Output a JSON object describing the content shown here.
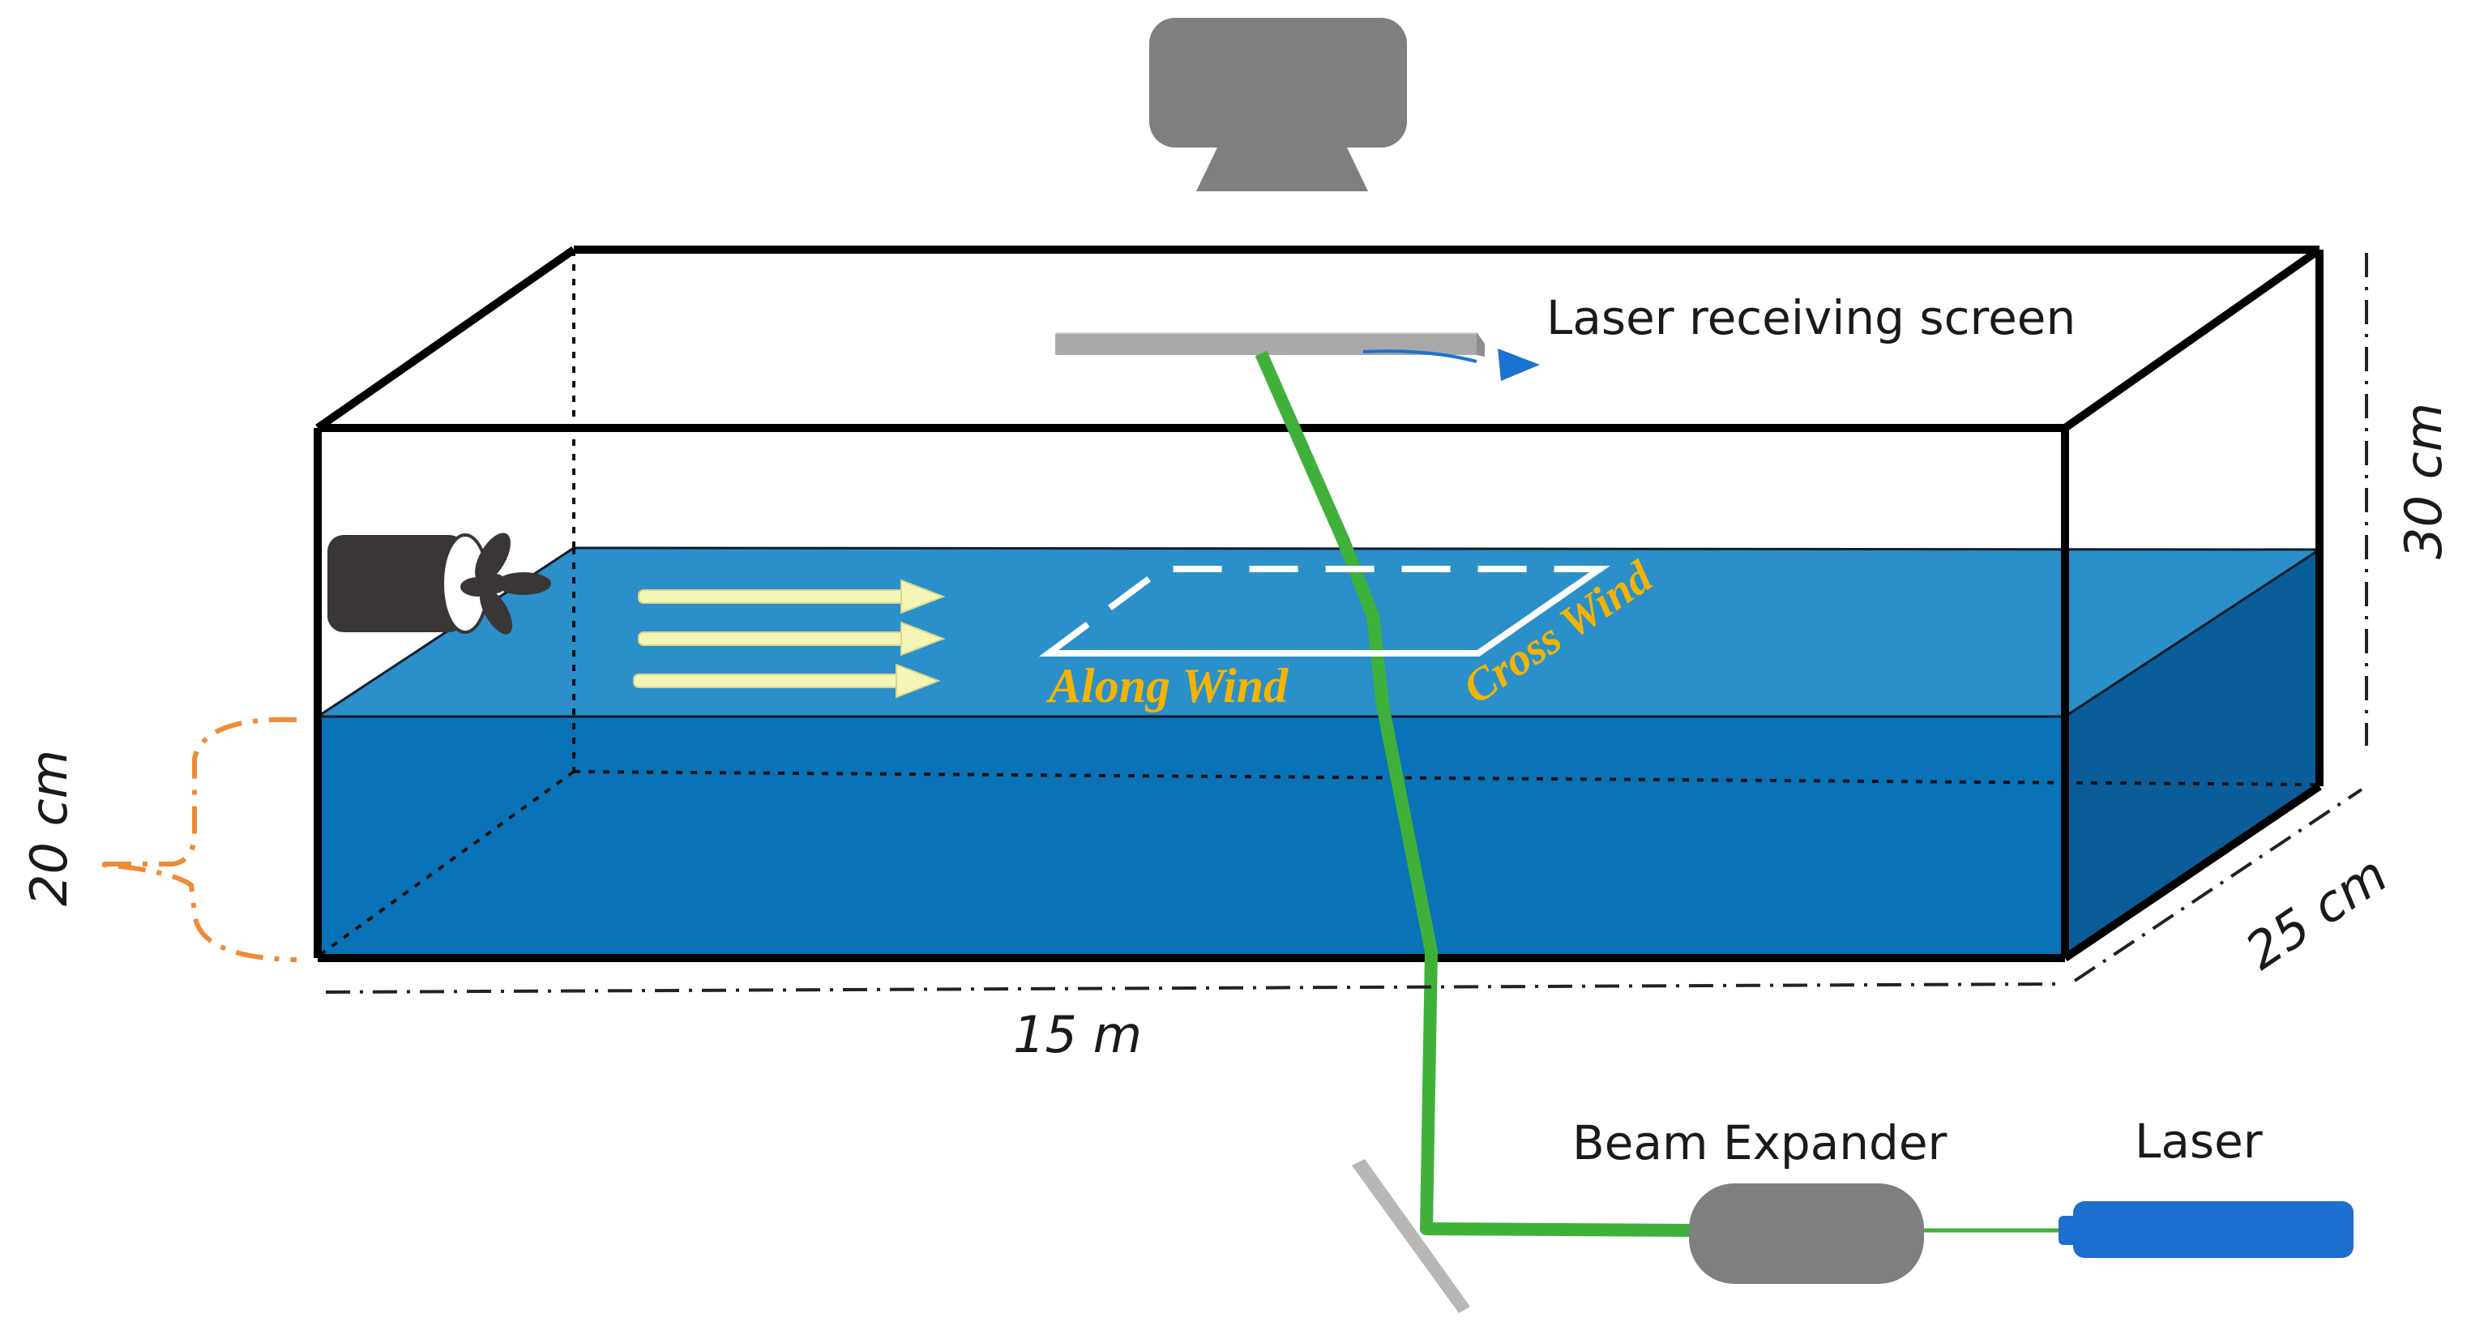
{
  "labels": {
    "laser_receiving_screen": "Laser receiving screen",
    "along_wind": "Along Wind",
    "cross_wind": "Cross Wind",
    "beam_expander": "Beam Expander",
    "laser": "Laser"
  },
  "dimensions": {
    "length": "15 m",
    "width": "25 cm",
    "height": "30 cm",
    "water_depth": "20 cm"
  },
  "icons": {
    "camera": "camera-icon",
    "fan": "fan-icon",
    "mirror": "mirror-icon",
    "beam_expander": "beam-expander-icon",
    "laser": "laser-icon"
  },
  "colors": {
    "water_front": "#0a72b6",
    "water_surface": "#2b8fc9",
    "water_side": "#0a5d99",
    "laser_beam": "#3fb13a",
    "wind_arrow": "#f6f5b8",
    "label_gold": "#f3b400",
    "depth_bracket": "#f08a36",
    "camera_gray": "#7f7f7f",
    "laser_blue": "#1c6fcf",
    "screen_arrow": "#1c73cf"
  }
}
